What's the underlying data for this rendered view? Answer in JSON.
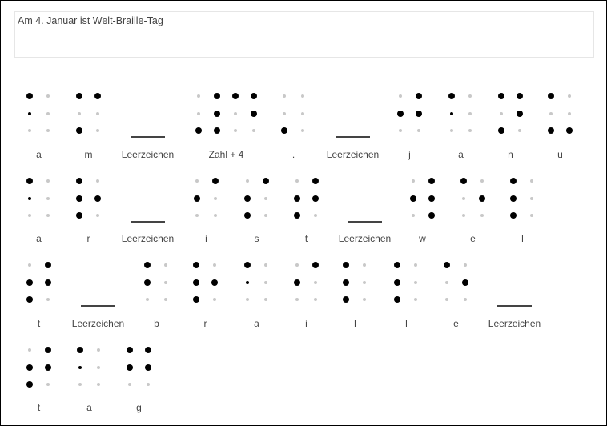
{
  "input_text": "Am 4. Januar ist Welt-Braille-Tag",
  "rows": [
    [
      {
        "label": "a",
        "cells": [
          "1s0000"
        ]
      },
      {
        "label": "m",
        "cells": [
          "101100"
        ]
      },
      {
        "label": "Leerzeichen",
        "cells": []
      },
      {
        "label": "Zahl + 4",
        "cells": [
          "001111",
          "100110"
        ]
      },
      {
        "label": ".",
        "cells": [
          "001000"
        ]
      },
      {
        "label": "Leerzeichen",
        "cells": []
      },
      {
        "label": "j",
        "cells": [
          "010110"
        ]
      },
      {
        "label": "a",
        "cells": [
          "1s0000"
        ]
      },
      {
        "label": "n",
        "cells": [
          "101110"
        ]
      },
      {
        "label": "u",
        "cells": [
          "101001"
        ]
      }
    ],
    [
      {
        "label": "a",
        "cells": [
          "1s0000"
        ]
      },
      {
        "label": "r",
        "cells": [
          "111010"
        ]
      },
      {
        "label": "Leerzeichen",
        "cells": []
      },
      {
        "label": "i",
        "cells": [
          "010100"
        ]
      },
      {
        "label": "s",
        "cells": [
          "011100"
        ]
      },
      {
        "label": "t",
        "cells": [
          "011110"
        ]
      },
      {
        "label": "Leerzeichen",
        "cells": []
      },
      {
        "label": "w",
        "cells": [
          "010111"
        ]
      },
      {
        "label": "e",
        "cells": [
          "100010"
        ]
      },
      {
        "label": "l",
        "cells": [
          "111000"
        ]
      }
    ],
    [
      {
        "label": "t",
        "cells": [
          "011110"
        ]
      },
      {
        "label": "Leerzeichen",
        "cells": []
      },
      {
        "label": "b",
        "cells": [
          "110000"
        ]
      },
      {
        "label": "r",
        "cells": [
          "111010"
        ]
      },
      {
        "label": "a",
        "cells": [
          "1s0000"
        ]
      },
      {
        "label": "i",
        "cells": [
          "010100"
        ]
      },
      {
        "label": "l",
        "cells": [
          "111000"
        ]
      },
      {
        "label": "l",
        "cells": [
          "111000"
        ]
      },
      {
        "label": "e",
        "cells": [
          "100010"
        ]
      },
      {
        "label": "Leerzeichen",
        "cells": []
      }
    ],
    [
      {
        "label": "t",
        "cells": [
          "011110"
        ]
      },
      {
        "label": "a",
        "cells": [
          "1s0000"
        ]
      },
      {
        "label": "g",
        "cells": [
          "110110"
        ]
      }
    ]
  ]
}
